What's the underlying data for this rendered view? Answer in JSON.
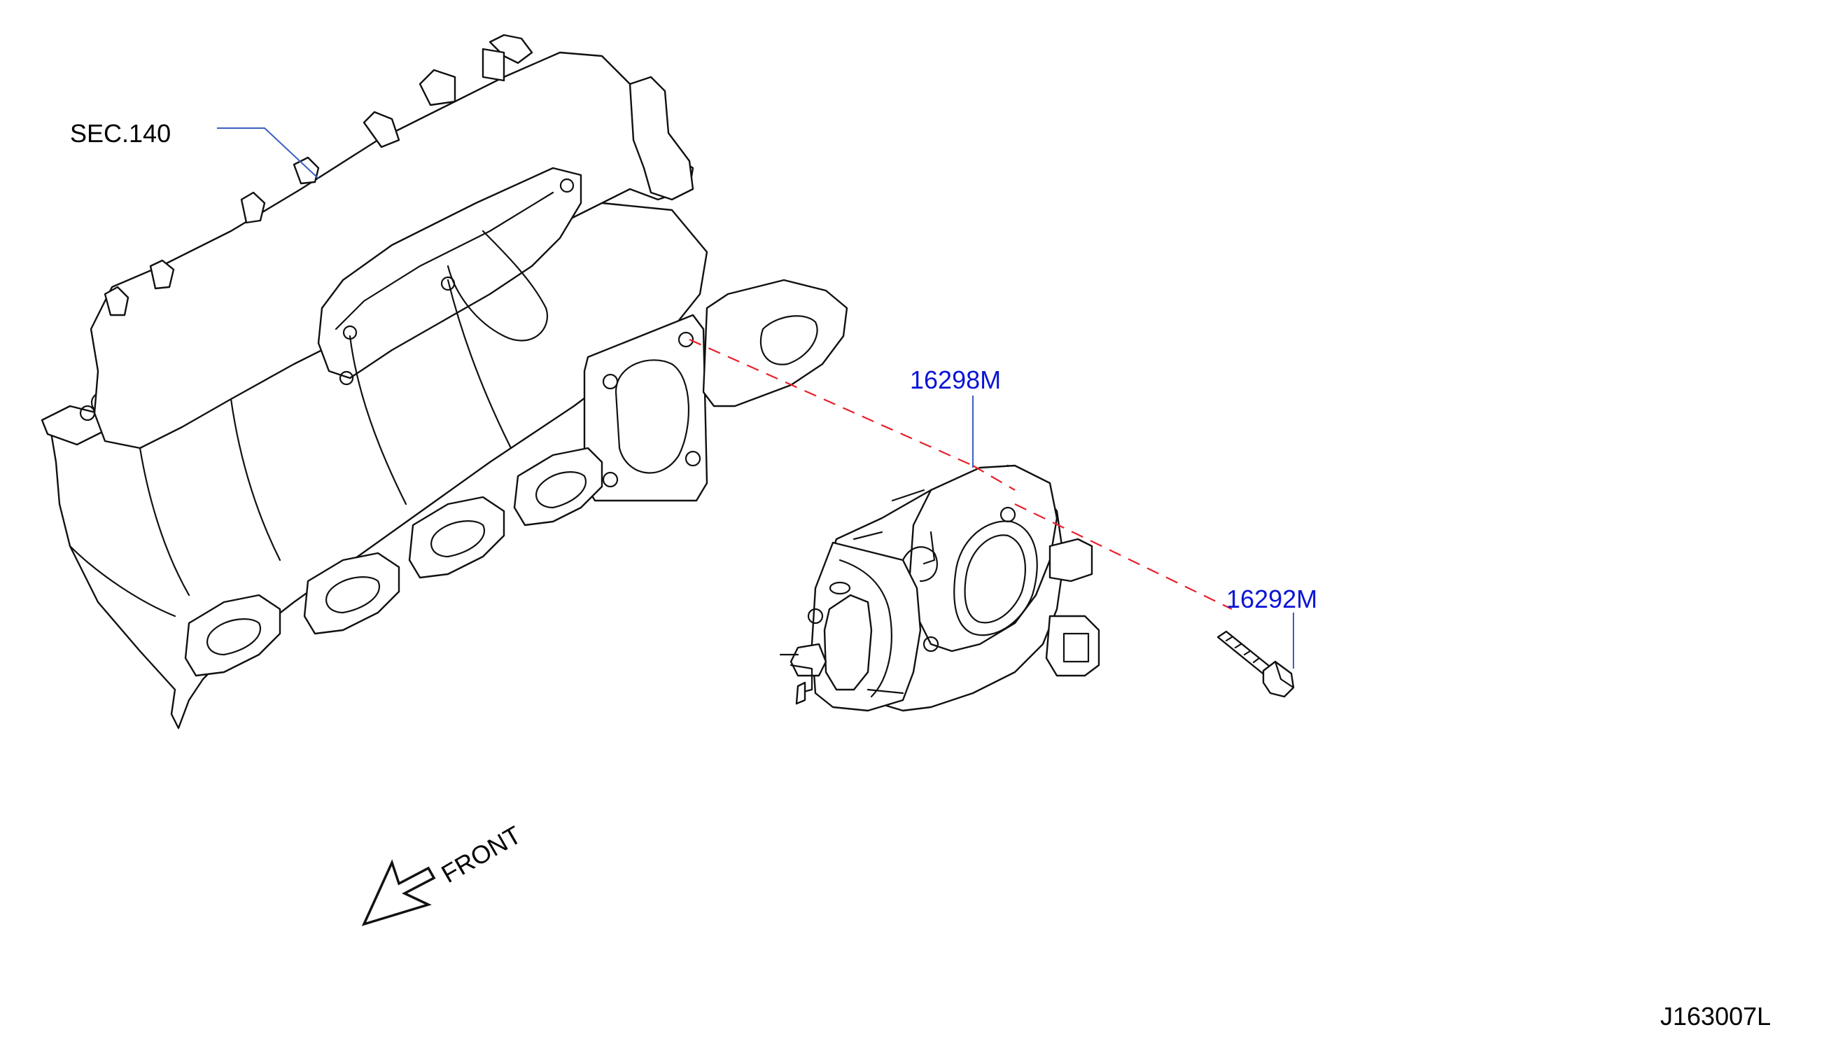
{
  "diagram": {
    "reference_label": "SEC.140",
    "parts": [
      {
        "number": "16298M",
        "color": "#0a14d6"
      },
      {
        "number": "16292M",
        "color": "#0a14d6"
      }
    ],
    "direction_label": "FRONT",
    "diagram_code": "J163007L"
  },
  "colors": {
    "callout_text": "#0a14d6",
    "assembly_dash": "#e8202a",
    "leader_line": "#3b5fc0"
  }
}
